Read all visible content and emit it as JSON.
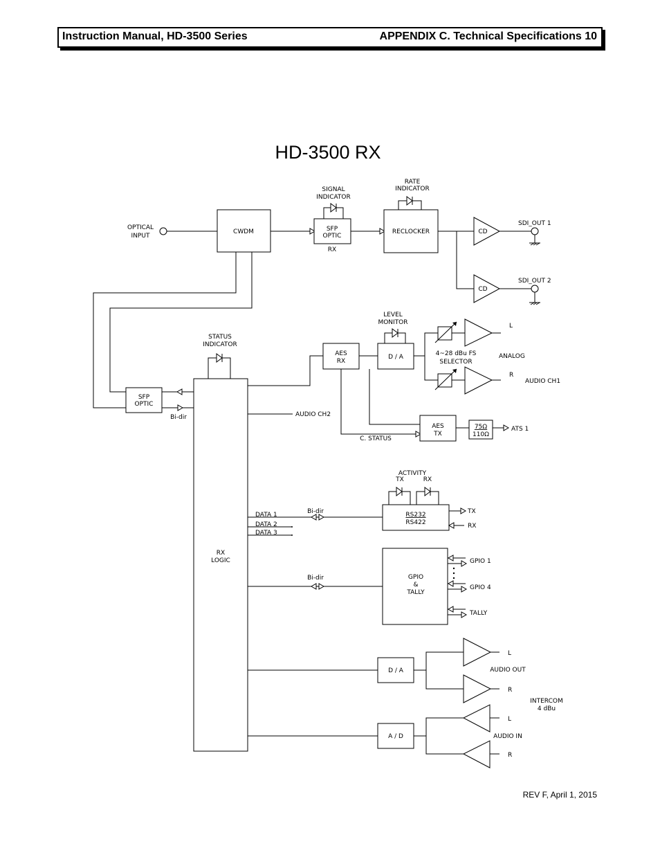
{
  "header": {
    "left": "Instruction Manual, HD-3500 Series",
    "right": "APPENDIX C. Technical Specifications 10"
  },
  "footer": "REV F, April 1, 2015",
  "diagram": {
    "title": "HD-3500 RX",
    "optical_input": [
      "OPTICAL",
      "INPUT"
    ],
    "cwdm": "CWDM",
    "signal_indicator": [
      "SIGNAL",
      "INDICATOR"
    ],
    "sfp_optic_rx": [
      "SFP",
      "OPTIC"
    ],
    "rx_label": "RX",
    "rate_indicator": [
      "RATE",
      "INDICATOR"
    ],
    "reclocker": "RECLOCKER",
    "cd": "CD",
    "sdi_out_1": "SDI_OUT 1",
    "sdi_out_2": "SDI_OUT 2",
    "level_monitor": [
      "LEVEL",
      "MONITOR"
    ],
    "status_indicator": [
      "STATUS",
      "INDICATOR"
    ],
    "aes_rx": [
      "AES",
      "RX"
    ],
    "da": "D / A",
    "selector": [
      "4~28 dBu FS",
      "SELECTOR"
    ],
    "analog": "ANALOG",
    "audio_ch1": "AUDIO CH1",
    "left": "L",
    "right": "R",
    "sfp_optic": [
      "SFP",
      "OPTIC"
    ],
    "bi_dir": "Bi-dir",
    "audio_ch2": "AUDIO CH2",
    "aes_tx": [
      "AES",
      "TX"
    ],
    "imp_75": "75Ω",
    "imp_110": "110Ω",
    "ats_1": "ATS 1",
    "c_status": "C. STATUS",
    "activity": "ACTIVITY",
    "tx": "TX",
    "rx": "RX",
    "data_lines": [
      "DATA 1",
      "DATA 2",
      "DATA 3"
    ],
    "rs232": "RS232",
    "rs422": "RS422",
    "rx_logic": [
      "RX",
      "LOGIC"
    ],
    "gpio_tally": [
      "GPIO",
      "&",
      "TALLY"
    ],
    "gpio_1": "GPIO 1",
    "gpio_4": "GPIO 4",
    "tally": "TALLY",
    "audio_out": "AUDIO OUT",
    "intercom": [
      "INTERCOM",
      "4 dBu"
    ],
    "ad": "A / D",
    "audio_in": "AUDIO IN"
  }
}
